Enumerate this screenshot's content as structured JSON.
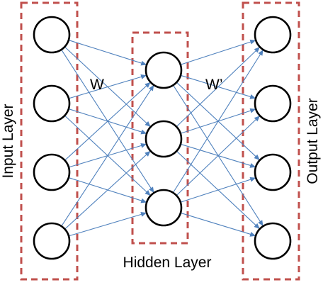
{
  "labels": {
    "input_layer": "Input Layer",
    "hidden_layer": "Hidden Layer",
    "output_layer": "Output Layer",
    "w": "W",
    "w_prime": "W’"
  },
  "colors": {
    "box_border": "#c0504d",
    "edge": "#4f81bd",
    "node_stroke": "#000000",
    "node_fill": "#ffffff"
  },
  "network": {
    "input_nodes": 4,
    "hidden_nodes": 3,
    "output_nodes": 4
  }
}
